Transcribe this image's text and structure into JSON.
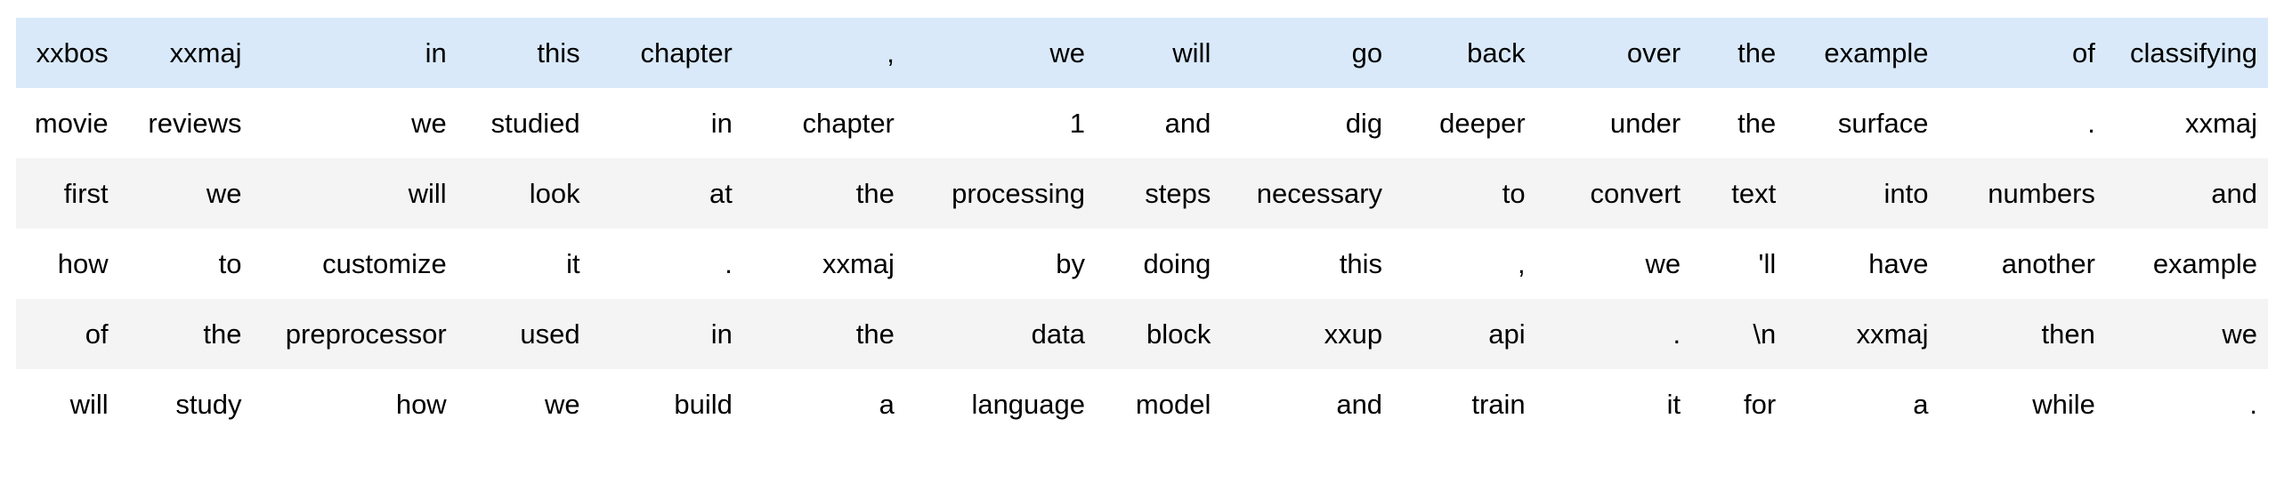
{
  "view": {
    "type": "dataframe-token-grid",
    "background_color": "#ffffff",
    "highlight_row_color": "#d9e9f9",
    "stripe_row_color": "#f4f4f4",
    "text_color": "#000000",
    "text_align": "right",
    "row_count": 6,
    "column_count": 15
  },
  "table": {
    "rows": [
      {
        "style": "highlight",
        "cells": [
          "xxbos",
          "xxmaj",
          "in",
          "this",
          "chapter",
          ",",
          "we",
          "will",
          "go",
          "back",
          "over",
          "the",
          "example",
          "of",
          "classifying"
        ]
      },
      {
        "style": "plain",
        "cells": [
          "movie",
          "reviews",
          "we",
          "studied",
          "in",
          "chapter",
          "1",
          "and",
          "dig",
          "deeper",
          "under",
          "the",
          "surface",
          ".",
          "xxmaj"
        ]
      },
      {
        "style": "stripe",
        "cells": [
          "first",
          "we",
          "will",
          "look",
          "at",
          "the",
          "processing",
          "steps",
          "necessary",
          "to",
          "convert",
          "text",
          "into",
          "numbers",
          "and"
        ]
      },
      {
        "style": "plain",
        "cells": [
          "how",
          "to",
          "customize",
          "it",
          ".",
          "xxmaj",
          "by",
          "doing",
          "this",
          ",",
          "we",
          "'ll",
          "have",
          "another",
          "example"
        ]
      },
      {
        "style": "stripe",
        "cells": [
          "of",
          "the",
          "preprocessor",
          "used",
          "in",
          "the",
          "data",
          "block",
          "xxup",
          "api",
          ".",
          "\\n",
          "xxmaj",
          "then",
          "we"
        ]
      },
      {
        "style": "plain",
        "cells": [
          "will",
          "study",
          "how",
          "we",
          "build",
          "a",
          "language",
          "model",
          "and",
          "train",
          "it",
          "for",
          "a",
          "while",
          "."
        ]
      }
    ]
  }
}
